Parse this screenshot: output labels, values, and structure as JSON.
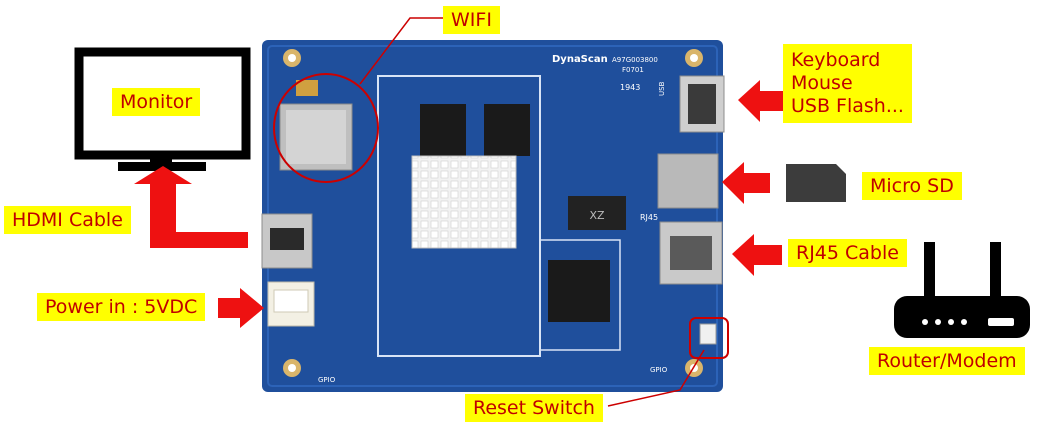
{
  "labels": {
    "wifi": "WIFI",
    "monitor": "Monitor",
    "hdmi_cable": "HDMI Cable",
    "power_in": "Power in : 5VDC",
    "usb": "Keyboard\nMouse\nUSB Flash...",
    "micro_sd": "Micro SD",
    "rj45_cable": "RJ45 Cable",
    "router": "Router/Modem",
    "reset_switch": "Reset Switch"
  },
  "board": {
    "brand": "DynaScan",
    "model": "A97G003800",
    "rev": "F0701",
    "code": "1943",
    "usb_silk": "USB",
    "rj45_silk": "RJ45",
    "gpio_left": "GPIO",
    "gpio_right": "GPIO",
    "chip_mark": "XZ"
  },
  "colors": {
    "arrow": "#ee1111",
    "label_bg": "#ffff00",
    "label_text": "#c00000",
    "pcb": "#1f4f9c",
    "callout": "#cc0000"
  }
}
